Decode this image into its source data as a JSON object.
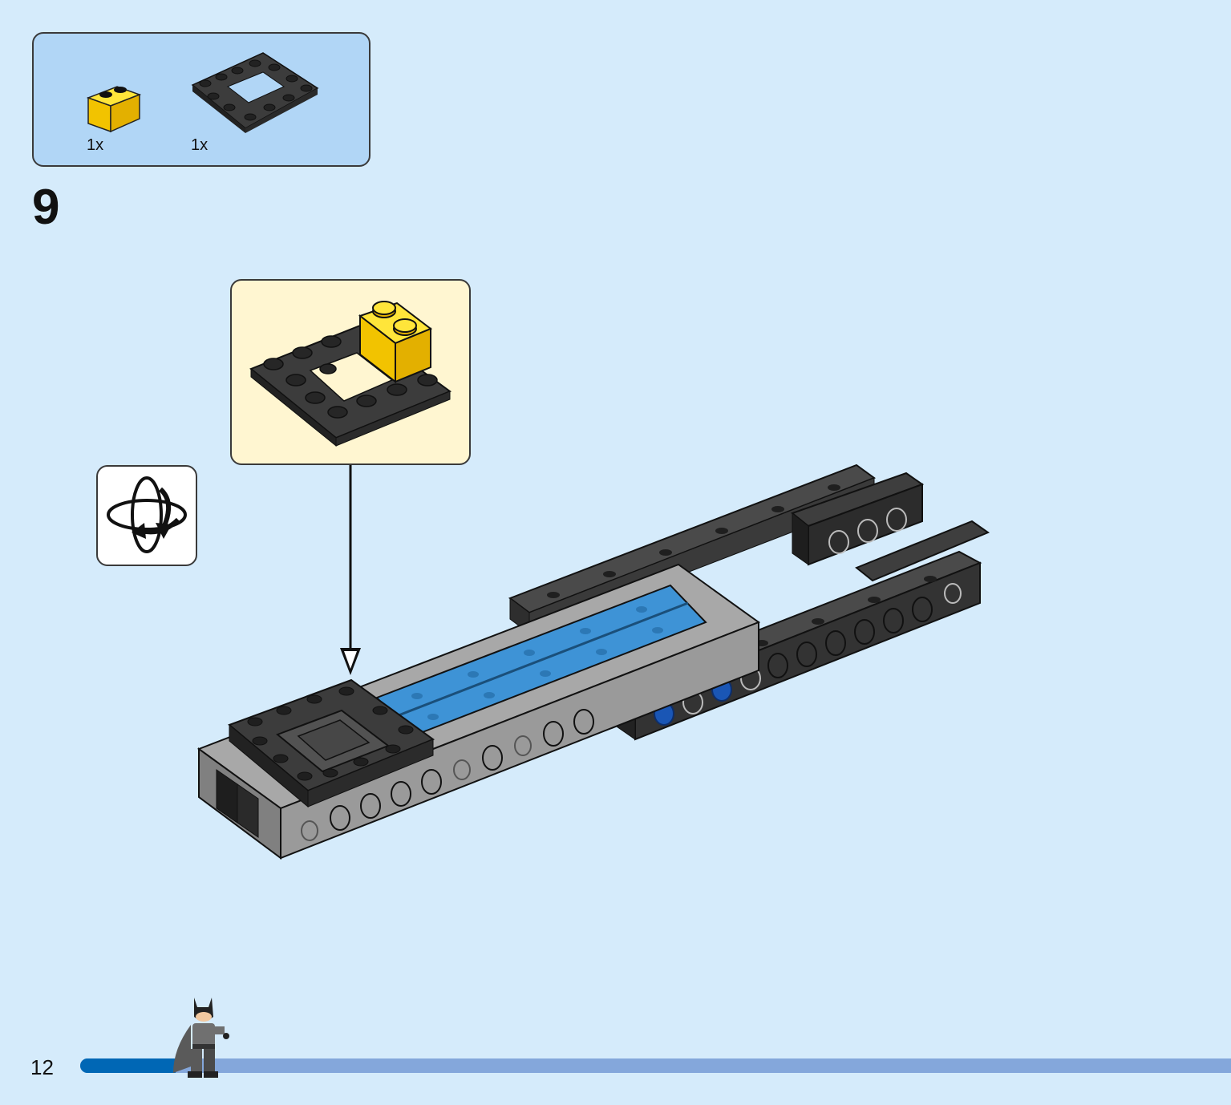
{
  "parts_list": {
    "items": [
      {
        "name": "yellow-brick-1x2",
        "color": "#f5cd0e",
        "quantity": "1x"
      },
      {
        "name": "dark-grey-frame-plate-4x4",
        "color": "#3c3c3c",
        "quantity": "1x"
      }
    ]
  },
  "step": {
    "number": "9"
  },
  "page": {
    "number": "12",
    "progress_percent": 8.3
  },
  "colors": {
    "background": "#d5ebfb",
    "parts_box": "#b1d6f6",
    "callout": "#fff6d1",
    "yellow": "#f5cd0e",
    "dark_grey": "#3c3c3c",
    "light_grey": "#a4a4a4",
    "blue": "#3e93d6",
    "progress_fill": "#0067b5",
    "progress_track": "#84a7db"
  },
  "icons": {
    "rotate": "rotate-model-icon",
    "arrow": "placement-arrow-icon",
    "mascot": "batman-minifigure-icon"
  }
}
